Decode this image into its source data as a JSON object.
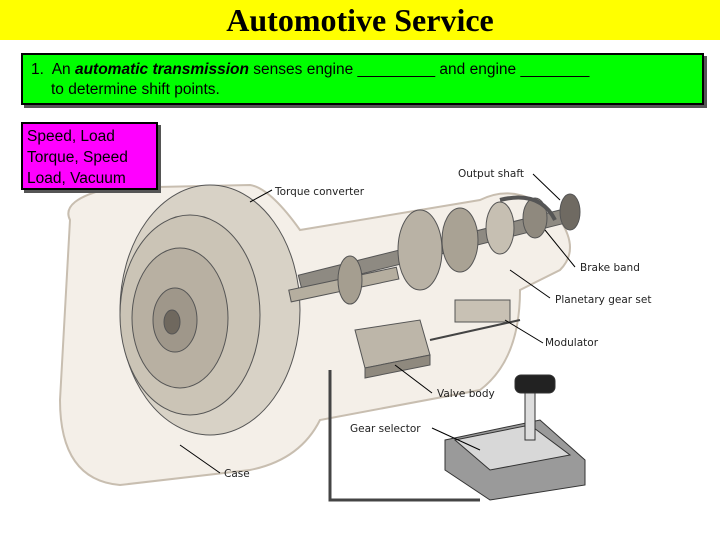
{
  "slide": {
    "title": "Automotive Service",
    "question": {
      "number": "1.",
      "text_before": "An ",
      "emphasis": "automatic transmission",
      "text_after": " senses engine _________ and engine ________",
      "line2": "to determine shift points."
    },
    "answers": [
      "Speed, Load",
      "Torque, Speed",
      "Load, Vacuum"
    ]
  },
  "diagram": {
    "labels": {
      "output_shaft": "Output shaft",
      "torque_converter": "Torque converter",
      "brake_band": "Brake band",
      "planetary_gear_set": "Planetary gear set",
      "modulator": "Modulator",
      "valve_body": "Valve body",
      "gear_selector": "Gear selector",
      "case": "Case"
    }
  },
  "colors": {
    "title_bg": "#ffff00",
    "question_bg": "#00ff00",
    "answer_bg": "#ff00ff"
  }
}
